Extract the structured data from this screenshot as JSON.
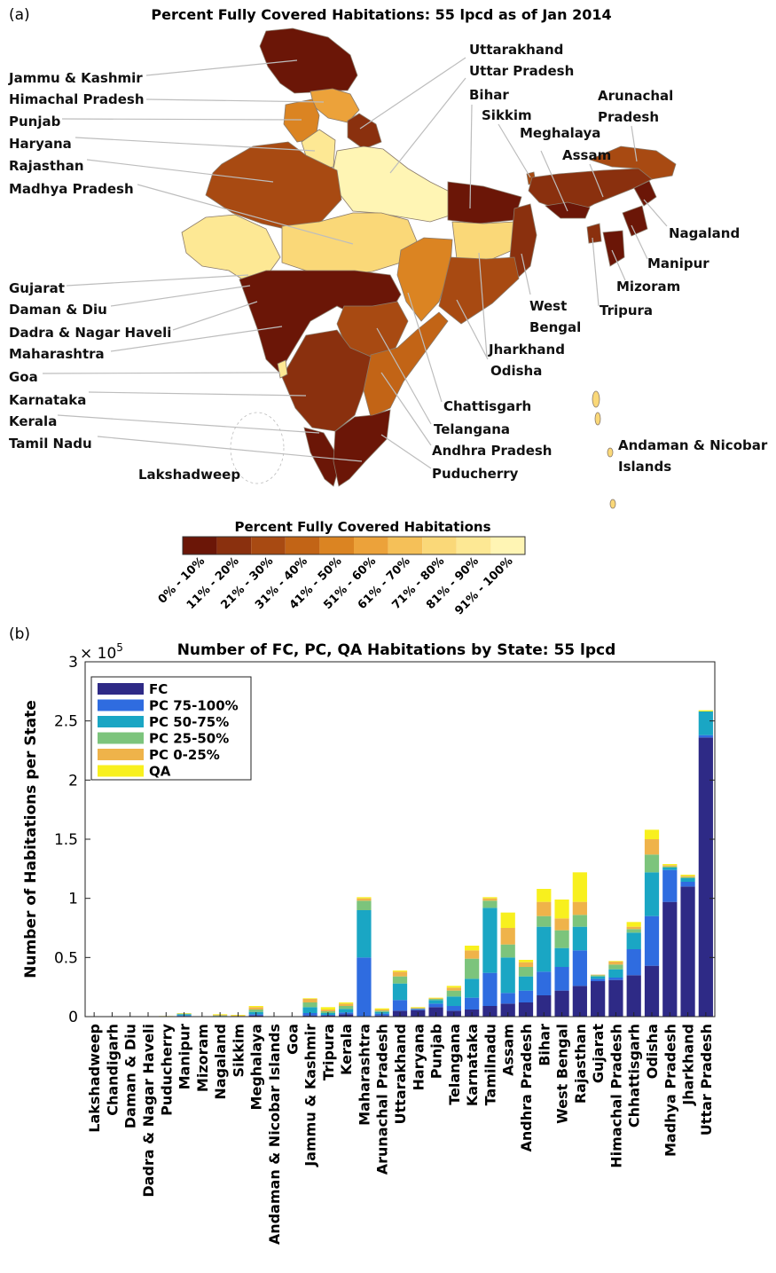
{
  "panel_a": {
    "label": "(a)",
    "title": "Percent Fully Covered Habitations: 55 lpcd as of Jan 2014",
    "colorbar_title": "Percent Fully Covered Habitations",
    "colorbar_bins": [
      "0% - 10%",
      "11% - 20%",
      "21% - 30%",
      "31% - 40%",
      "41% - 50%",
      "51% - 60%",
      "61% - 70%",
      "71% - 80%",
      "81% - 90%",
      "91% - 100%"
    ],
    "colorbar_colors": [
      "#6b1607",
      "#8a300e",
      "#a84a12",
      "#c26416",
      "#db8422",
      "#eca23a",
      "#f5c058",
      "#fad878",
      "#fde894",
      "#fff5b4"
    ],
    "state_labels": [
      "Jammu & Kashmir",
      "Himachal Pradesh",
      "Punjab",
      "Haryana",
      "Rajasthan",
      "Madhya Pradesh",
      "Gujarat",
      "Daman & Diu",
      "Dadra & Nagar Haveli",
      "Maharashtra",
      "Goa",
      "Karnataka",
      "Kerala",
      "Tamil Nadu",
      "Lakshadweep",
      "Uttarakhand",
      "Uttar Pradesh",
      "Bihar",
      "Sikkim",
      "Meghalaya",
      "Arunachal",
      "Pradesh",
      "Assam",
      "Nagaland",
      "Manipur",
      "Mizoram",
      "Tripura",
      "West",
      "Bengal",
      "Jharkhand",
      "Odisha",
      "Chattisgarh",
      "Telangana",
      "Andhra Pradesh",
      "Puducherry",
      "Andaman & Nicobar",
      "Islands"
    ]
  },
  "panel_b": {
    "label": "(b)",
    "exponent_label": "× 10",
    "exponent_power": "5"
  },
  "chart_data": {
    "type": "bar",
    "stacked": true,
    "title": "Number of FC, PC, QA Habitations by State: 55 lpcd",
    "xlabel": "",
    "ylabel": "Number of Habitations per State",
    "ylim": [
      0,
      300000
    ],
    "yticks": [
      0,
      50000,
      100000,
      150000,
      200000,
      250000,
      300000
    ],
    "ytick_labels": [
      "0",
      "0.5",
      "1",
      "1.5",
      "2",
      "2.5",
      "3"
    ],
    "legend_position": "top-left",
    "categories": [
      "Lakshadweep",
      "Chandigarh",
      "Daman & Diu",
      "Dadra & Nagar Haveli",
      "Puducherry",
      "Manipur",
      "Mizoram",
      "Nagaland",
      "Sikkim",
      "Meghalaya",
      "Andaman & Nicobar Islands",
      "Goa",
      "Jammu & Kashmir",
      "Tripura",
      "Kerala",
      "Maharashtra",
      "Arunachal Pradesh",
      "Uttarakhand",
      "Haryana",
      "Punjab",
      "Telangana",
      "Karnataka",
      "Tamilnadu",
      "Assam",
      "Andhra Pradesh",
      "Bihar",
      "West Bengal",
      "Rajasthan",
      "Gujarat",
      "Himachal Pradesh",
      "Chhattisgarh",
      "Odisha",
      "Madhya Pradesh",
      "Jharkhand",
      "Uttar Pradesh"
    ],
    "series": [
      {
        "name": "FC",
        "color": "#2e2a86",
        "values": [
          0,
          0,
          0,
          0,
          0,
          500,
          0,
          0,
          0,
          1000,
          0,
          0,
          1000,
          1000,
          2000,
          0,
          1000,
          5000,
          5500,
          8000,
          5000,
          6000,
          9000,
          11000,
          12000,
          18000,
          22000,
          26000,
          30000,
          31000,
          35000,
          43000,
          97000,
          110000,
          236000
        ]
      },
      {
        "name": "PC 75-100%",
        "color": "#2f6ce0",
        "values": [
          0,
          0,
          0,
          0,
          0,
          500,
          0,
          0,
          0,
          1000,
          0,
          0,
          2000,
          500,
          1500,
          50000,
          1500,
          9000,
          1000,
          3000,
          4000,
          10000,
          28000,
          9000,
          10000,
          20000,
          20000,
          30000,
          2000,
          2000,
          22000,
          42000,
          27000,
          4000,
          2000
        ]
      },
      {
        "name": "PC 50-75%",
        "color": "#1aa6c4",
        "values": [
          0,
          0,
          0,
          0,
          0,
          1000,
          0,
          500,
          0,
          2000,
          0,
          0,
          5000,
          1500,
          3000,
          40000,
          1500,
          14000,
          0,
          3000,
          8000,
          16000,
          55000,
          30000,
          12000,
          38000,
          16000,
          20000,
          2000,
          7000,
          14000,
          37000,
          2000,
          3000,
          20000
        ]
      },
      {
        "name": "PC 25-50%",
        "color": "#7cc47c",
        "values": [
          0,
          0,
          0,
          0,
          0,
          500,
          0,
          500,
          500,
          2000,
          0,
          0,
          4000,
          1500,
          2500,
          8000,
          1000,
          6000,
          500,
          1000,
          5000,
          17000,
          6000,
          11000,
          8000,
          9000,
          15000,
          10000,
          1000,
          4000,
          3000,
          15000,
          1000,
          1000,
          0
        ]
      },
      {
        "name": "PC 0-25%",
        "color": "#efb34a",
        "values": [
          0,
          0,
          0,
          0,
          0,
          200,
          0,
          500,
          500,
          2000,
          0,
          0,
          3000,
          1500,
          2000,
          2000,
          1000,
          4000,
          500,
          500,
          2500,
          7000,
          2000,
          14000,
          4000,
          12000,
          10000,
          11000,
          500,
          2500,
          2000,
          13000,
          1000,
          1000,
          0
        ]
      },
      {
        "name": "QA",
        "color": "#f8f01e",
        "values": [
          0,
          0,
          0,
          0,
          500,
          300,
          0,
          500,
          500,
          1000,
          0,
          0,
          500,
          2000,
          1000,
          1000,
          1000,
          1000,
          500,
          500,
          1500,
          4000,
          1000,
          13000,
          2000,
          11000,
          16000,
          25000,
          0,
          500,
          4000,
          8000,
          1000,
          1000,
          1000
        ]
      }
    ]
  }
}
